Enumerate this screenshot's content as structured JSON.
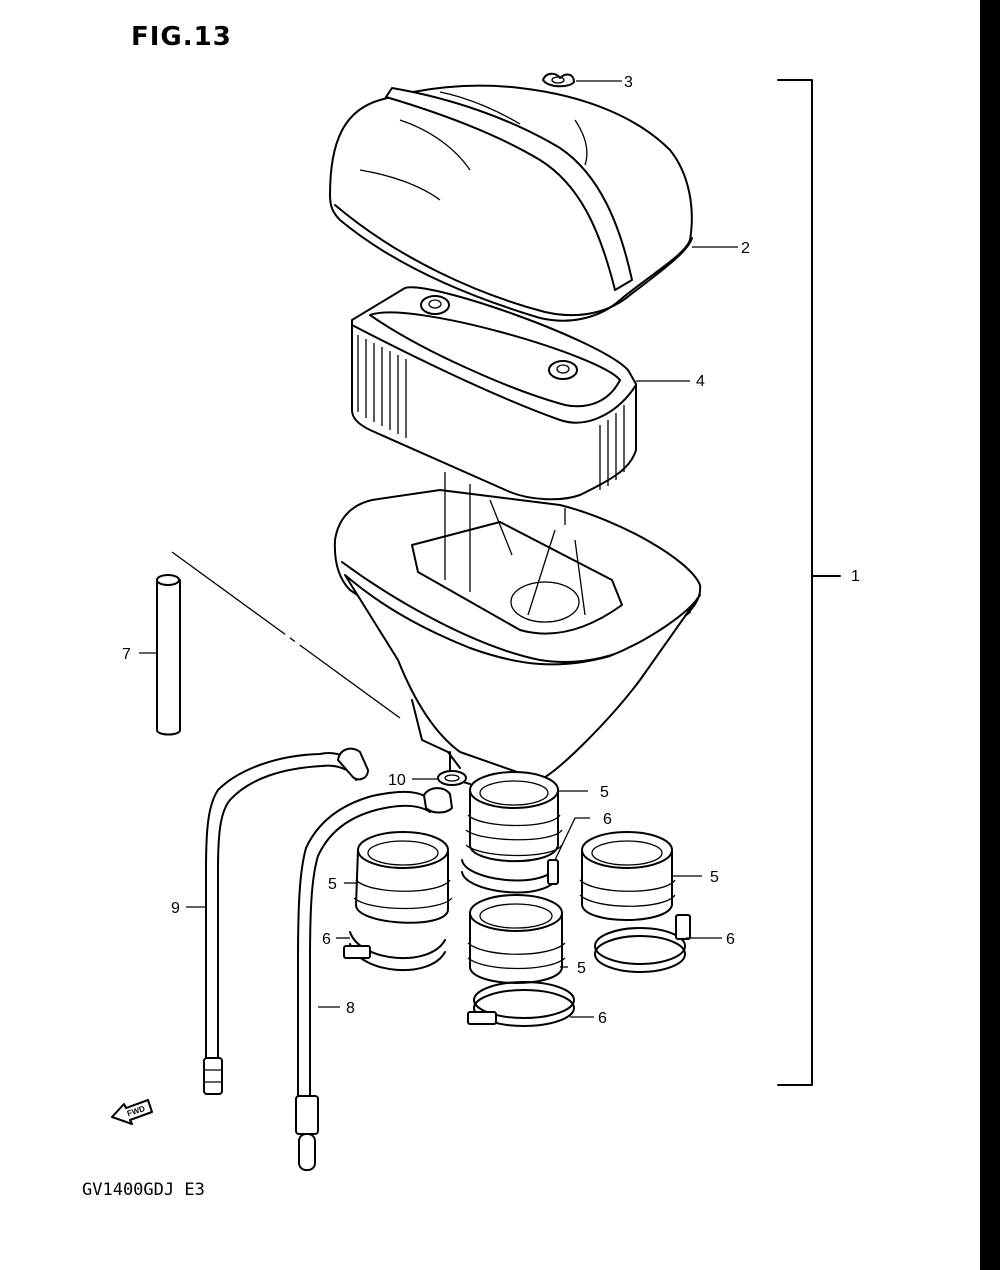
{
  "figure": {
    "title": "FIG.13",
    "model_code": "GV1400GDJ E3",
    "fwd_label": "FWD"
  },
  "callouts": [
    {
      "id": "c3",
      "label": "3"
    },
    {
      "id": "c2",
      "label": "2"
    },
    {
      "id": "c4",
      "label": "4"
    },
    {
      "id": "c1",
      "label": "1"
    },
    {
      "id": "c7",
      "label": "7"
    },
    {
      "id": "c10",
      "label": "10"
    },
    {
      "id": "c5a",
      "label": "5"
    },
    {
      "id": "c6a",
      "label": "6"
    },
    {
      "id": "c5b",
      "label": "5"
    },
    {
      "id": "c5c",
      "label": "5"
    },
    {
      "id": "c6b",
      "label": "6"
    },
    {
      "id": "c6c",
      "label": "6"
    },
    {
      "id": "c5d",
      "label": "5"
    },
    {
      "id": "c9",
      "label": "9"
    },
    {
      "id": "c8",
      "label": "8"
    },
    {
      "id": "c6d",
      "label": "6"
    }
  ],
  "parts": [
    {
      "ref": "1",
      "icon": "air-cleaner-assembly-bracket"
    },
    {
      "ref": "2",
      "icon": "air-cleaner-cover-icon"
    },
    {
      "ref": "3",
      "icon": "wing-nut-icon"
    },
    {
      "ref": "4",
      "icon": "air-filter-element-icon"
    },
    {
      "ref": "5",
      "icon": "intake-pipe-icon"
    },
    {
      "ref": "6",
      "icon": "hose-clamp-icon"
    },
    {
      "ref": "7",
      "icon": "drain-tube-icon"
    },
    {
      "ref": "8",
      "icon": "breather-hose-icon"
    },
    {
      "ref": "9",
      "icon": "breather-hose-icon"
    },
    {
      "ref": "10",
      "icon": "clip-icon"
    }
  ]
}
